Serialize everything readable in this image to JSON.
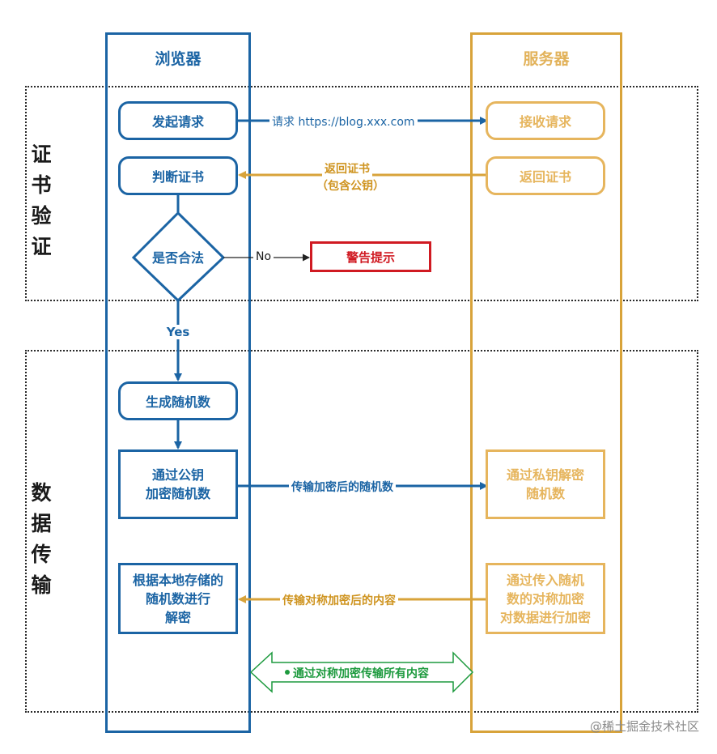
{
  "lanes": {
    "browser": "浏览器",
    "server": "服务器"
  },
  "sections": {
    "cert": "证书验证",
    "data": "数据传输"
  },
  "nodes": {
    "send_request": "发起请求",
    "receive_request": "接收请求",
    "check_cert": "判断证书",
    "return_cert": "返回证书",
    "is_valid": "是否合法",
    "warning": "警告提示",
    "gen_random": "生成随机数",
    "encrypt_random": "通过公钥\n加密随机数",
    "decrypt_random": "通过私钥解密\n随机数",
    "decrypt_with_random": "根据本地存储的\n随机数进行\n解密",
    "encrypt_with_random": "通过传入随机\n数的对称加密\n对数据进行加密"
  },
  "edges": {
    "request": "请求 https://blog.xxx.com",
    "return_cert_line1": "返回证书",
    "return_cert_line2": "（包含公钥）",
    "no": "No",
    "yes": "Yes",
    "send_encrypted_random": "传输加密后的随机数",
    "send_sym_encrypted": "传输对称加密后的内容",
    "all_sym": "通过对称加密传输所有内容"
  },
  "colors": {
    "browser": "#1b64a4",
    "server": "#d8a33a",
    "warning": "#d01a22",
    "both": "#1d9a3e"
  },
  "watermark": "@稀土掘金技术社区"
}
